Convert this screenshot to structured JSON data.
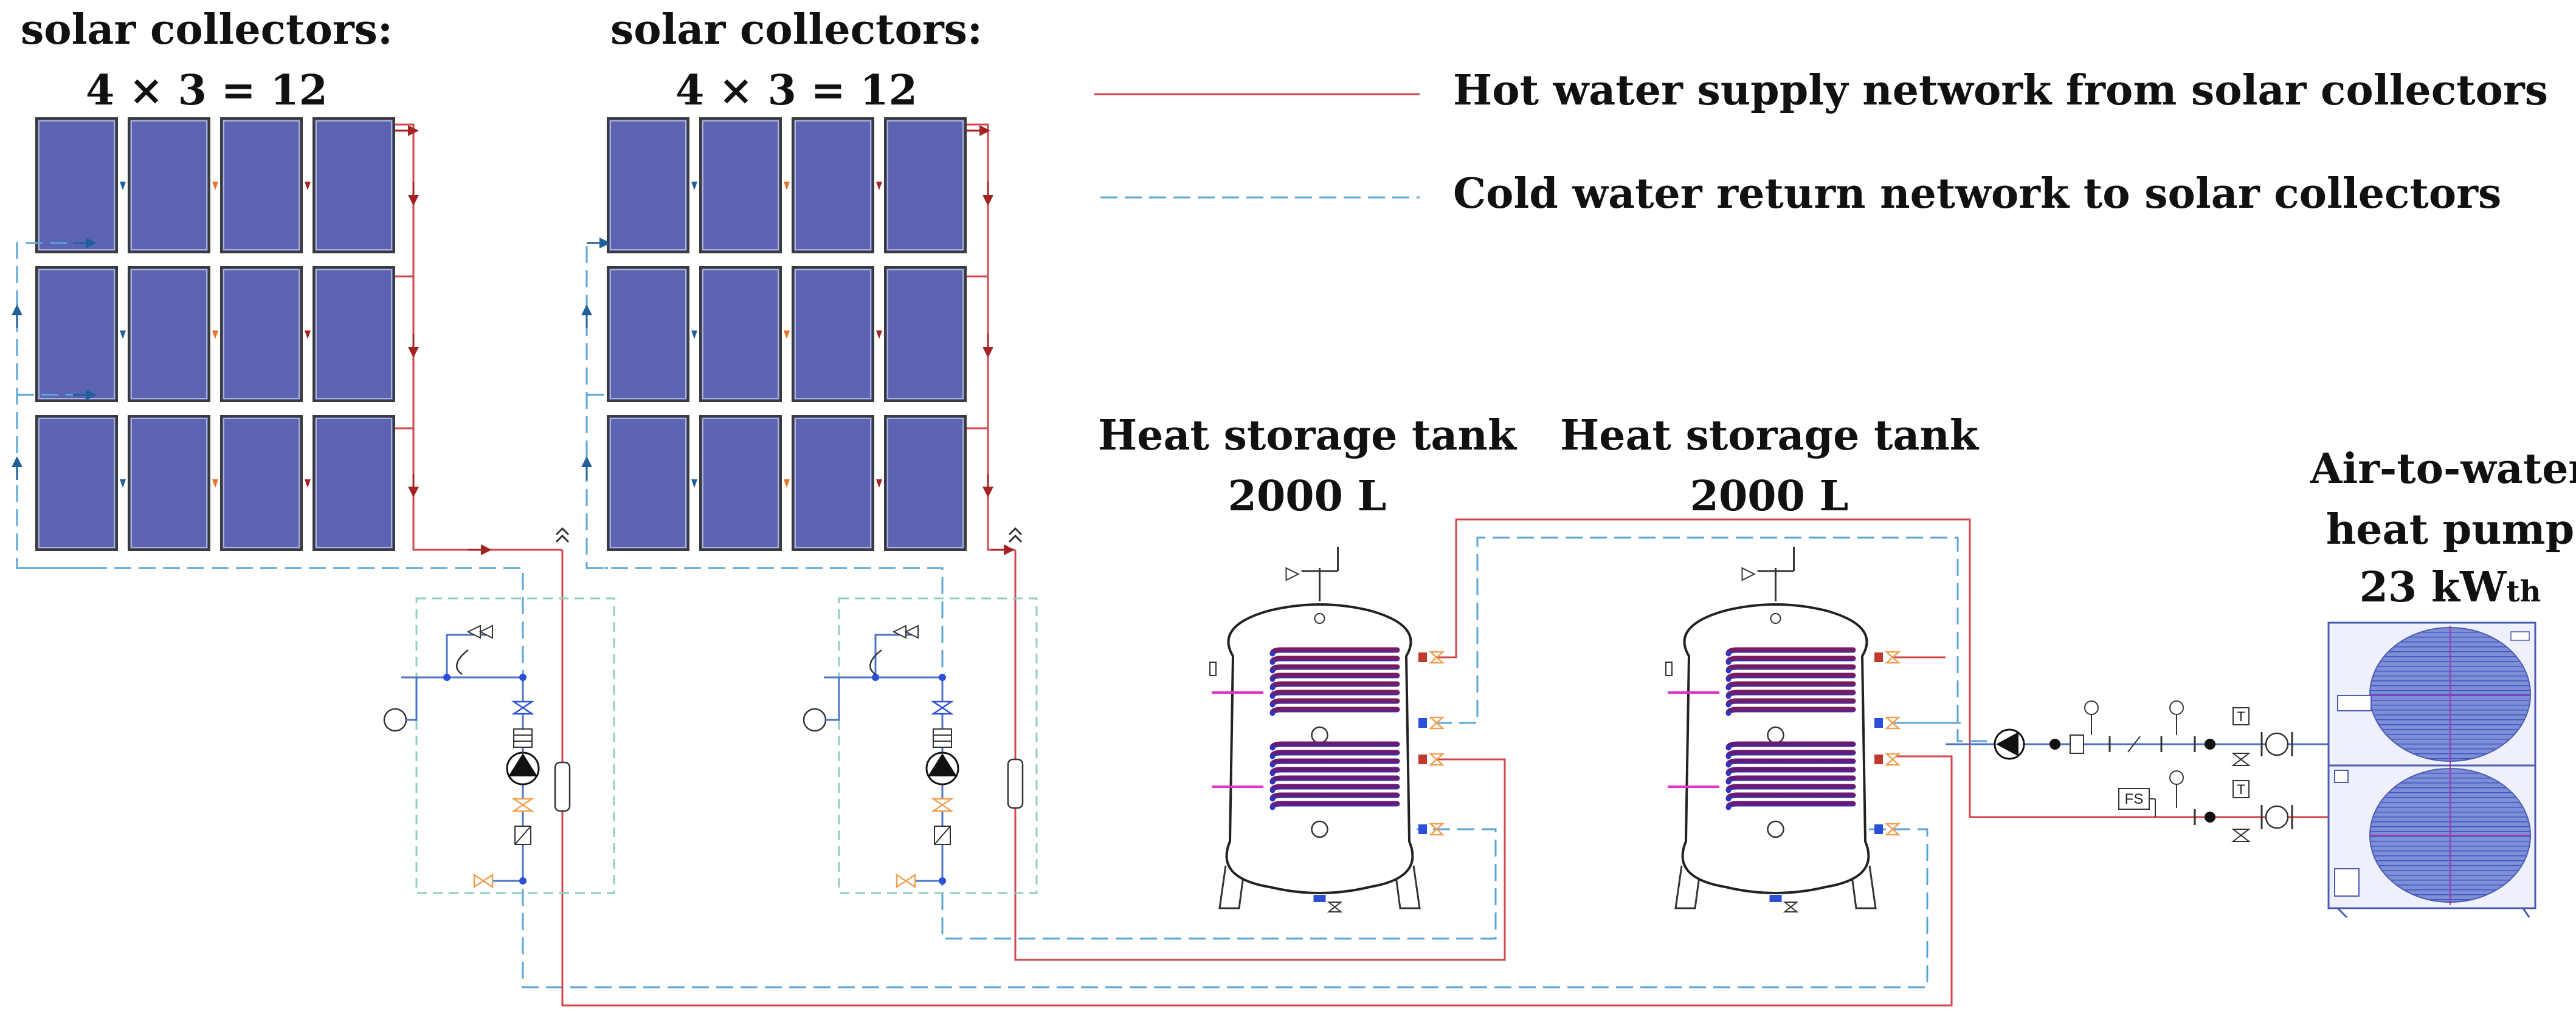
{
  "colors": {
    "hot": "#d2454a",
    "cold": "#5aa5d8",
    "dashed_loop": "#8ecfc0",
    "panel_fill": "#5c64b2",
    "panel_border": "#3a3a3a",
    "flow_blue": "#1f5f9a",
    "flow_orange": "#e8742a",
    "flow_red": "#a52222",
    "coil_hot": "#7a1c5f",
    "coil_cold": "#2738c4",
    "heater": "#e533c8",
    "fitting": "#f0a050",
    "pump_fill": "#111111"
  },
  "collector_groups": [
    {
      "title": "solar collectors:",
      "count_label": "4 × 3 = 12"
    },
    {
      "title": "solar collectors:",
      "count_label": "4 × 3 = 12"
    }
  ],
  "legend": {
    "hot_label": "Hot water supply network from solar collectors",
    "cold_label": "Cold water return network to solar collectors"
  },
  "tanks": [
    {
      "title": "Heat storage tank",
      "capacity": "2000 L"
    },
    {
      "title": "Heat storage tank",
      "capacity": "2000 L"
    }
  ],
  "heat_pump": {
    "title_line1": "Air-to-water",
    "title_line2": "heat pump",
    "power_value": "23 kW",
    "power_sub": "th"
  },
  "flow_switch_label": "FS",
  "thermometer_label": "T"
}
